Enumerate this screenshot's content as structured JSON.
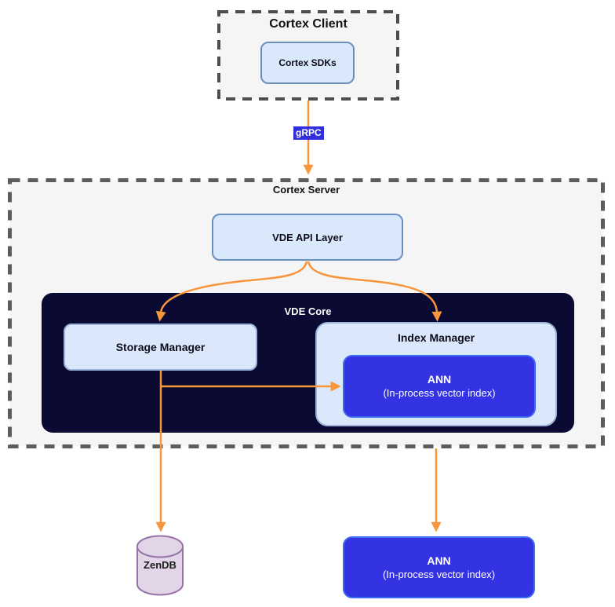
{
  "diagram": {
    "client": {
      "title": "Cortex Client",
      "sdk_label": "Cortex SDKs"
    },
    "grpc_label": "gRPC",
    "server": {
      "title": "Cortex Server",
      "api_layer_label": "VDE API Layer"
    },
    "core": {
      "title": "VDE Core",
      "storage_label": "Storage Manager",
      "index_manager_label": "Index Manager",
      "ann_embedded": {
        "line1": "ANN",
        "line2": "(In-process vector index)"
      }
    },
    "external": {
      "database_label": "ZenDB",
      "ann_external": {
        "line1": "ANN",
        "line2": "(In-process vector index)"
      }
    },
    "colors": {
      "container_background": "#f5f5f5",
      "dashed_border": "#595959",
      "light_blue_fill": "#dae8fc",
      "light_blue_stroke": "#6c8ebf",
      "core_navy": "#0a0a33",
      "ann_blue_fill": "#3433e4",
      "ann_blue_stroke": "#3b6af0",
      "edge_orange": "#f9963c",
      "grpc_badge_blue": "#3230dc",
      "db_purple_fill": "#e1d5e7",
      "db_purple_stroke": "#9673a6"
    }
  }
}
